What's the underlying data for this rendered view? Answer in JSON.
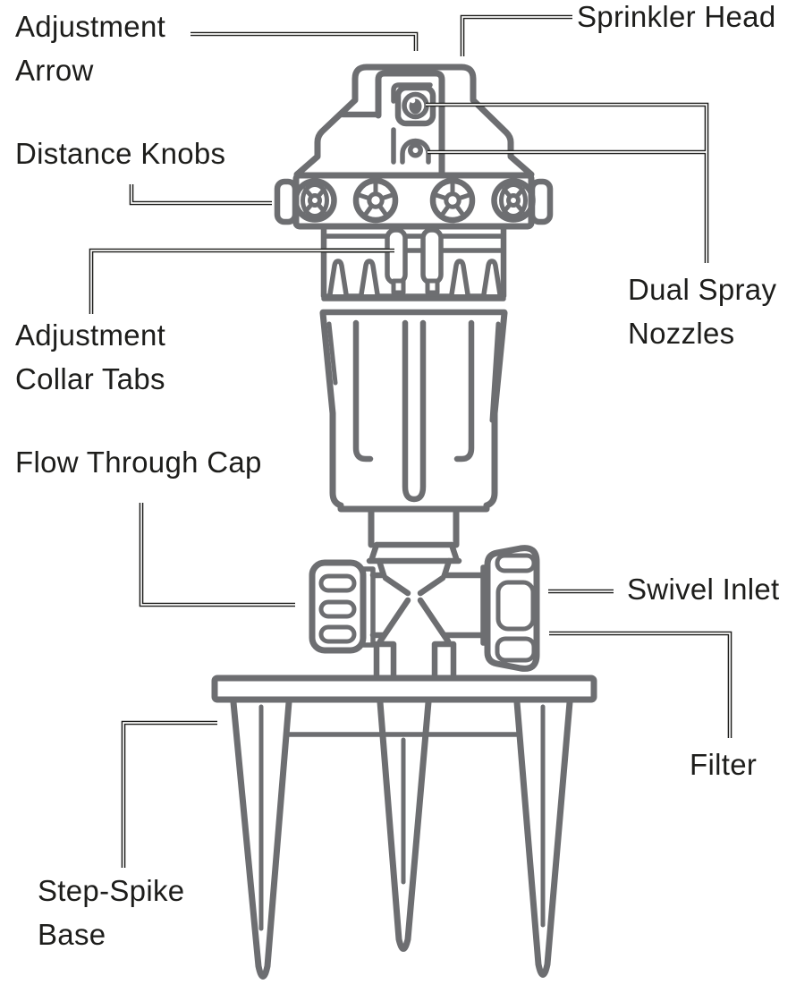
{
  "diagram": {
    "colors": {
      "line": "#6d6e71",
      "label": "#1d1d1b",
      "background": "#ffffff"
    },
    "labels": {
      "adjustment_arrow": {
        "line1": "Adjustment",
        "line2": "Arrow"
      },
      "sprinkler_head": {
        "line1": "Sprinkler Head"
      },
      "distance_knobs": {
        "line1": "Distance Knobs"
      },
      "dual_spray_nozzles": {
        "line1": "Dual Spray",
        "line2": "Nozzles"
      },
      "adjustment_collar_tabs": {
        "line1": "Adjustment",
        "line2": "Collar Tabs"
      },
      "flow_through_cap": {
        "line1": "Flow Through Cap"
      },
      "swivel_inlet": {
        "line1": "Swivel Inlet"
      },
      "filter": {
        "line1": "Filter"
      },
      "step_spike_base": {
        "line1": "Step-Spike",
        "line2": "Base"
      }
    }
  }
}
